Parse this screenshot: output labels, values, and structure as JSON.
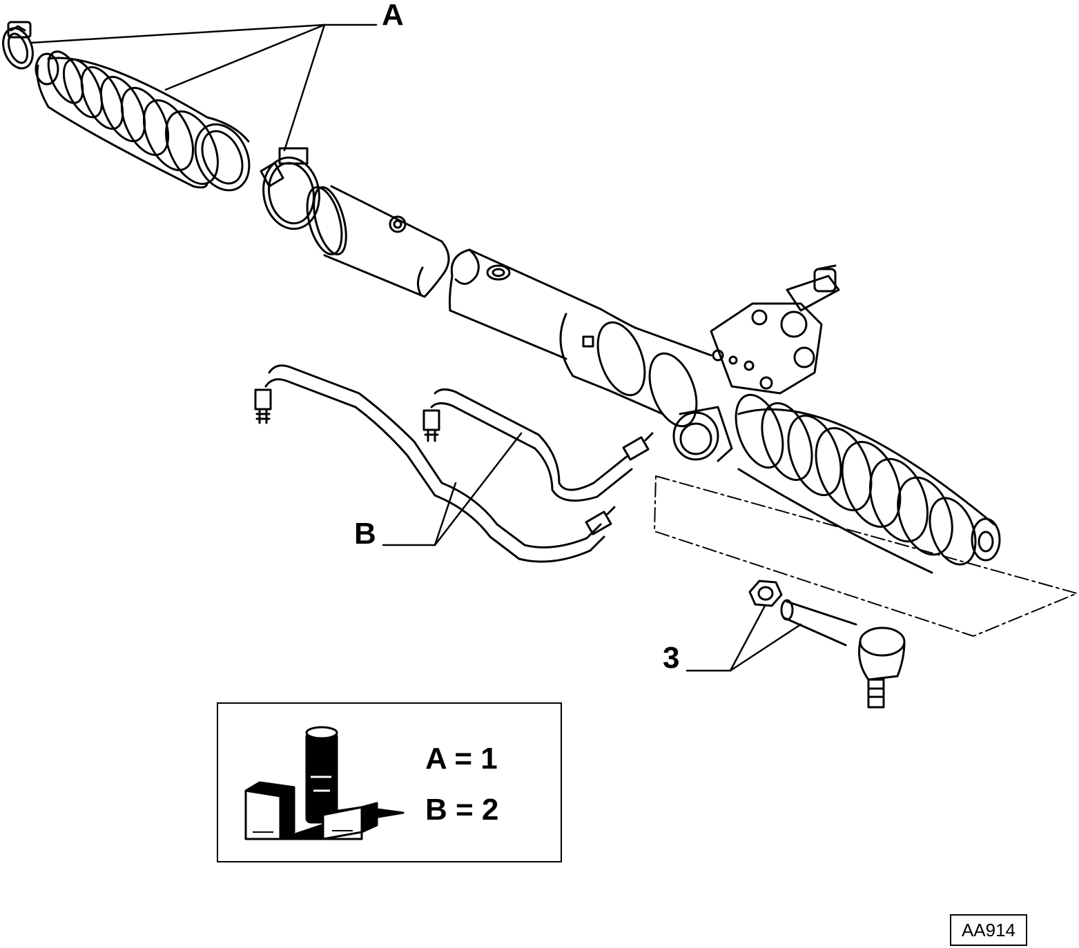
{
  "callouts": {
    "a": "A",
    "b": "B",
    "three": "3"
  },
  "kit": {
    "line_a": "A = 1",
    "line_b": "B = 2"
  },
  "reference": "AA914",
  "colors": {
    "ink": "#000000",
    "paper": "#ffffff"
  }
}
